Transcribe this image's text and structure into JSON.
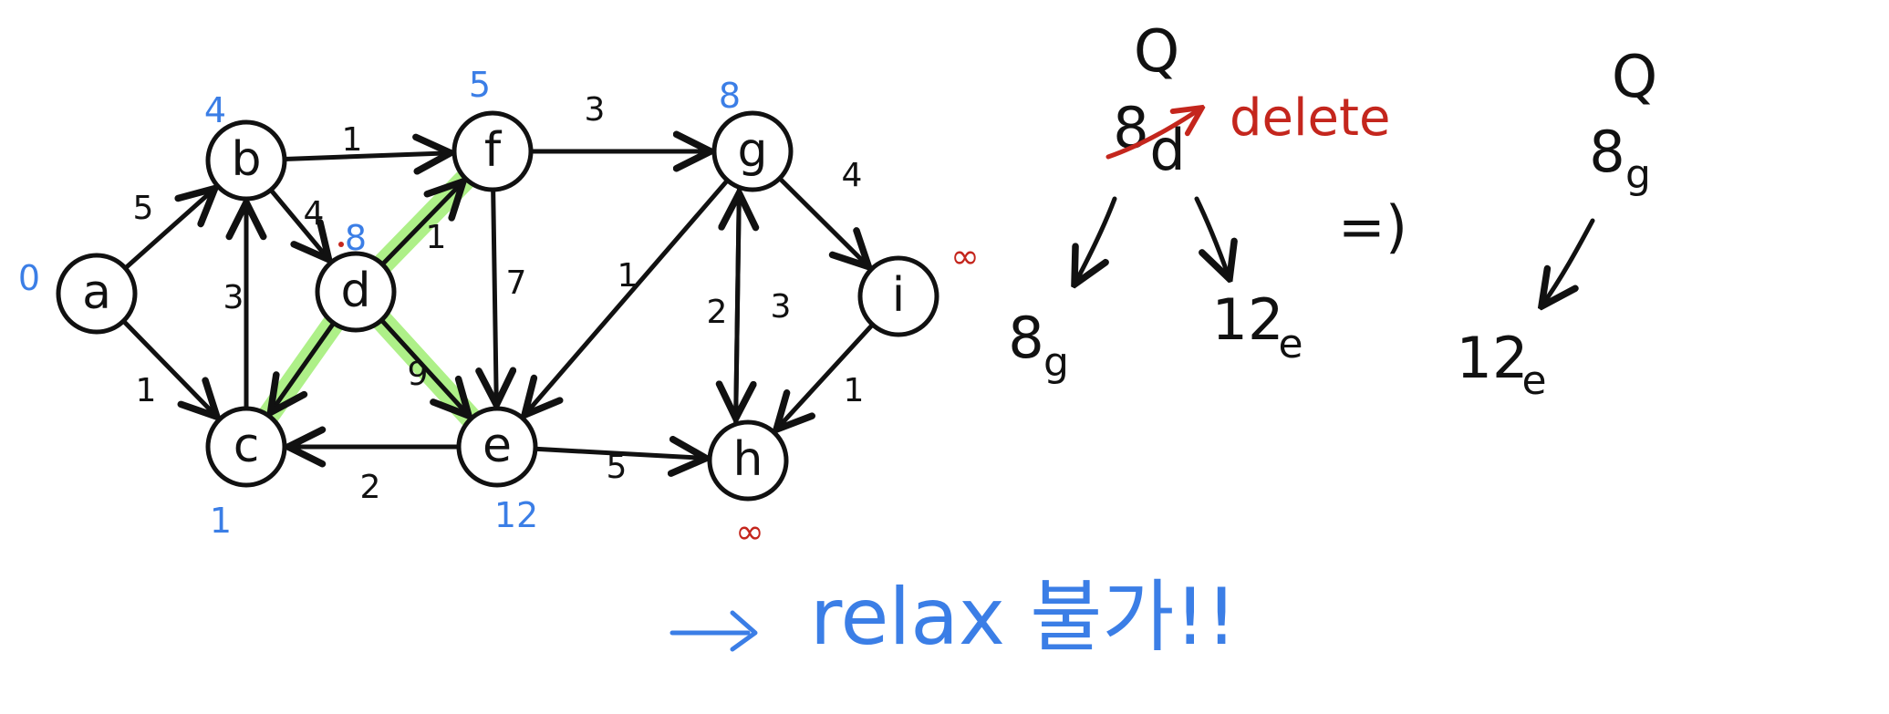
{
  "colors": {
    "ink": "#111111",
    "distance": "#3b7ee6",
    "infinity": "#c4261d",
    "highlight": "#a6ef7c",
    "delete_mark": "#c4261d",
    "bottom_note": "#3b7ee6"
  },
  "graph": {
    "nodes": [
      {
        "id": "a",
        "label": "a",
        "dist": "0",
        "dist_color": "distance"
      },
      {
        "id": "b",
        "label": "b",
        "dist": "4",
        "dist_color": "distance"
      },
      {
        "id": "c",
        "label": "c",
        "dist": "1",
        "dist_color": "distance"
      },
      {
        "id": "d",
        "label": "d",
        "dist": "8",
        "dist_color": "distance"
      },
      {
        "id": "e",
        "label": "e",
        "dist": "12",
        "dist_color": "distance"
      },
      {
        "id": "f",
        "label": "f",
        "dist": "5",
        "dist_color": "distance"
      },
      {
        "id": "g",
        "label": "g",
        "dist": "8",
        "dist_color": "distance"
      },
      {
        "id": "h",
        "label": "h",
        "dist": "∞",
        "dist_color": "infinity"
      },
      {
        "id": "i",
        "label": "i",
        "dist": "∞",
        "dist_color": "infinity"
      }
    ],
    "edges": [
      {
        "from": "a",
        "to": "b",
        "weight": "5"
      },
      {
        "from": "a",
        "to": "c",
        "weight": "1"
      },
      {
        "from": "b",
        "to": "f",
        "weight": "1"
      },
      {
        "from": "b",
        "to": "d",
        "weight": "4"
      },
      {
        "from": "c",
        "to": "b",
        "weight": "3"
      },
      {
        "from": "d",
        "to": "f",
        "weight": "1",
        "highlight": true
      },
      {
        "from": "d",
        "to": "c",
        "weight": "",
        "highlight": true
      },
      {
        "from": "d",
        "to": "e",
        "weight": "9",
        "highlight": true
      },
      {
        "from": "f",
        "to": "g",
        "weight": "3"
      },
      {
        "from": "f",
        "to": "e",
        "weight": "7"
      },
      {
        "from": "e",
        "to": "c",
        "weight": "2"
      },
      {
        "from": "g",
        "to": "e",
        "weight": "1"
      },
      {
        "from": "e",
        "to": "h",
        "weight": "5"
      },
      {
        "from": "h",
        "to": "g",
        "weight": "2"
      },
      {
        "from": "g",
        "to": "h",
        "weight": "3"
      },
      {
        "from": "g",
        "to": "i",
        "weight": "4"
      },
      {
        "from": "i",
        "to": "h",
        "weight": "1"
      }
    ]
  },
  "queue_before": {
    "title": "Q",
    "root": {
      "value": "8",
      "node": "d"
    },
    "delete_label": "delete",
    "children": [
      {
        "value": "8",
        "node": "g"
      },
      {
        "value": "12",
        "node": "e"
      }
    ]
  },
  "transition_symbol": "=)",
  "queue_after": {
    "title": "Q",
    "root": {
      "value": "8",
      "node": "g"
    },
    "children": [
      {
        "value": "12",
        "node": "e"
      }
    ]
  },
  "bottom_note": {
    "arrow": "⟶",
    "text": "relax 불가!!"
  }
}
